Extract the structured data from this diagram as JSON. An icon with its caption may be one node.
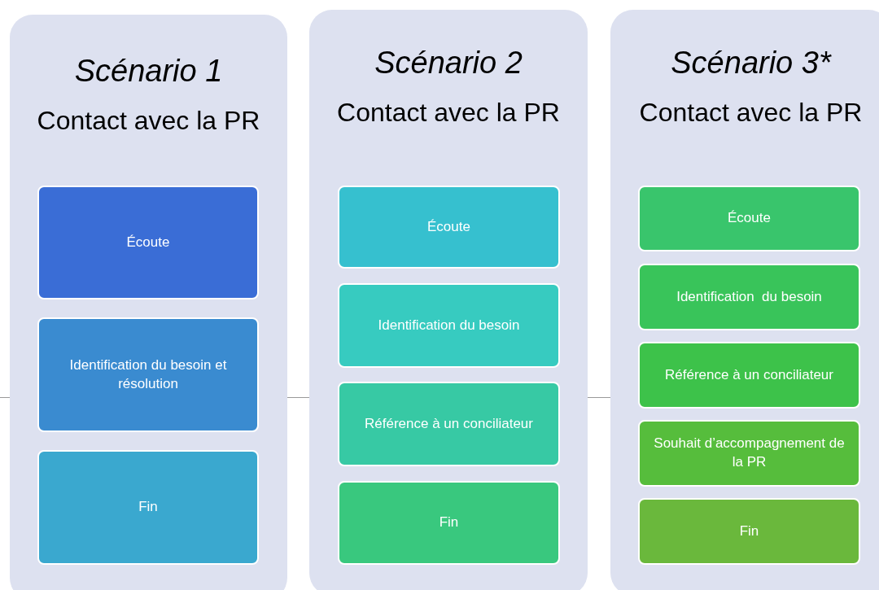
{
  "diagram": {
    "nodes": [
      {
        "text": [
          "Scénario 1",
          "Contact avec la PR"
        ]
      },
      {
        "text": [
          "Écoute"
        ],
        "in": 0
      },
      {
        "text": [
          "Identification du besoin et résolution"
        ],
        "in": 0
      },
      {
        "text": [
          "Fin"
        ],
        "in": 0
      },
      {
        "text": [
          "Scénario 2",
          "Contact avec la PR"
        ]
      },
      {
        "text": [
          "Écoute"
        ],
        "in": 4
      },
      {
        "text": [
          "Identification du besoin"
        ],
        "in": 4
      },
      {
        "text": [
          "Référence à un conciliateur"
        ],
        "in": 4
      },
      {
        "text": [
          "Fin"
        ],
        "in": 4
      },
      {
        "text": [
          "Scénario 3*",
          "Contact avec la PR"
        ]
      },
      {
        "text": [
          "Écoute"
        ],
        "in": 9
      },
      {
        "text": [
          "Identification  du besoin"
        ],
        "in": 9
      },
      {
        "text": [
          "Référence à un conciliateur"
        ],
        "in": 9
      },
      {
        "text": [
          "Souhait d’accompagnement de la PR"
        ],
        "in": 9
      },
      {
        "text": [
          "Fin"
        ],
        "in": 9
      }
    ],
    "edges": []
  }
}
